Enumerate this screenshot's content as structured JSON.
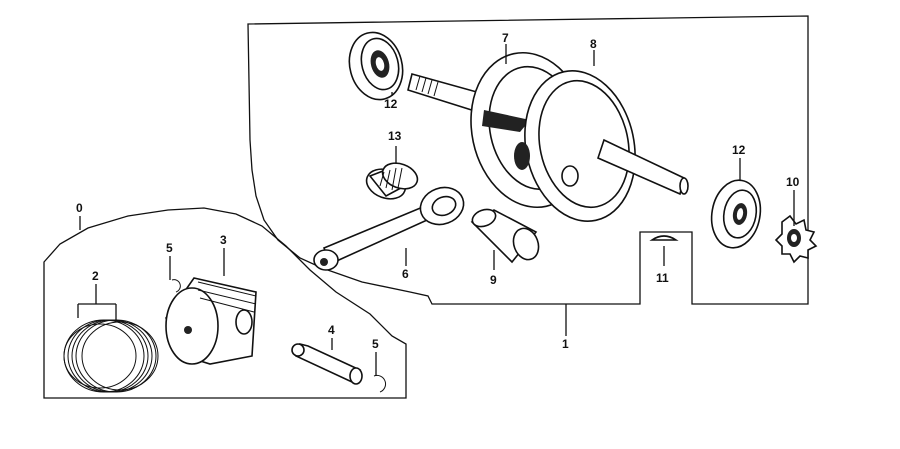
{
  "callouts": {
    "c0": "0",
    "c1": "1",
    "c2": "2",
    "c3": "3",
    "c4": "4",
    "c5a": "5",
    "c5b": "5",
    "c6": "6",
    "c7": "7",
    "c8": "8",
    "c9": "9",
    "c10": "10",
    "c11": "11",
    "c12a": "12",
    "c12b": "12",
    "c13": "13"
  }
}
